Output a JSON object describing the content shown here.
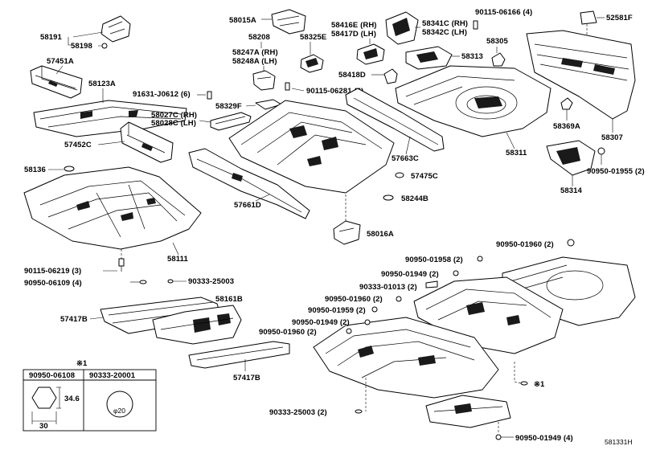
{
  "diagram_id": "581331H",
  "callouts": {
    "p58015A": "58015A",
    "p58191": "58191",
    "p58198": "58198",
    "p58208": "58208",
    "p58325E": "58325E",
    "p58416E": "58416E (RH)",
    "p58417D": "58417D (LH)",
    "p58341C": "58341C (RH)",
    "p58342C": "58342C (LH)",
    "p90115_06166": "90115-06166 (4)",
    "p52581F": "52581F",
    "p57451A": "57451A",
    "p58247A": "58247A (RH)",
    "p58248A": "58248A (LH)",
    "p58305": "58305",
    "p58313": "58313",
    "p58123A": "58123A",
    "p58418D": "58418D",
    "p91631": "91631-J0612 (6)",
    "p90115_06281": "90115-06281 (2)",
    "p58027C": "58027C (RH)",
    "p58028C": "58028C (LH)",
    "p58329F": "58329F",
    "p58369A": "58369A",
    "p58307": "58307",
    "p57452C": "57452C",
    "p57663C": "57663C",
    "p58311": "58311",
    "p58136": "58136",
    "p57475C": "57475C",
    "p90950_01955": "90950-01955 (2)",
    "p58314": "58314",
    "p58244B": "58244B",
    "p57661D": "57661D",
    "p58016A": "58016A",
    "p58111": "58111",
    "p90950_01960_2a": "90950-01960 (2)",
    "p90950_01958": "90950-01958 (2)",
    "p90115_06219": "90115-06219 (3)",
    "p90950_01949_2a": "90950-01949 (2)",
    "p90950_06109": "90950-06109 (4)",
    "p90333_25003a": "90333-25003",
    "p90333_01013": "90333-01013 (2)",
    "p58161B": "58161B",
    "p90950_01960_2b": "90950-01960 (2)",
    "p57417B_a": "57417B",
    "p90950_01959": "90950-01959 (2)",
    "p90950_01949_2b": "90950-01949 (2)",
    "p90950_01960_2c": "90950-01960 (2)",
    "p57417B_b": "57417B",
    "p_star1": "※1",
    "p90333_25003b": "90333-25003 (2)",
    "p90950_01949_4": "90950-01949 (4)"
  },
  "table": {
    "note": "※1",
    "col1_header": "90950-06108",
    "col2_header": "90333-20001",
    "dim_height": "34.6",
    "dim_width": "30",
    "plug_size": "φ20"
  }
}
